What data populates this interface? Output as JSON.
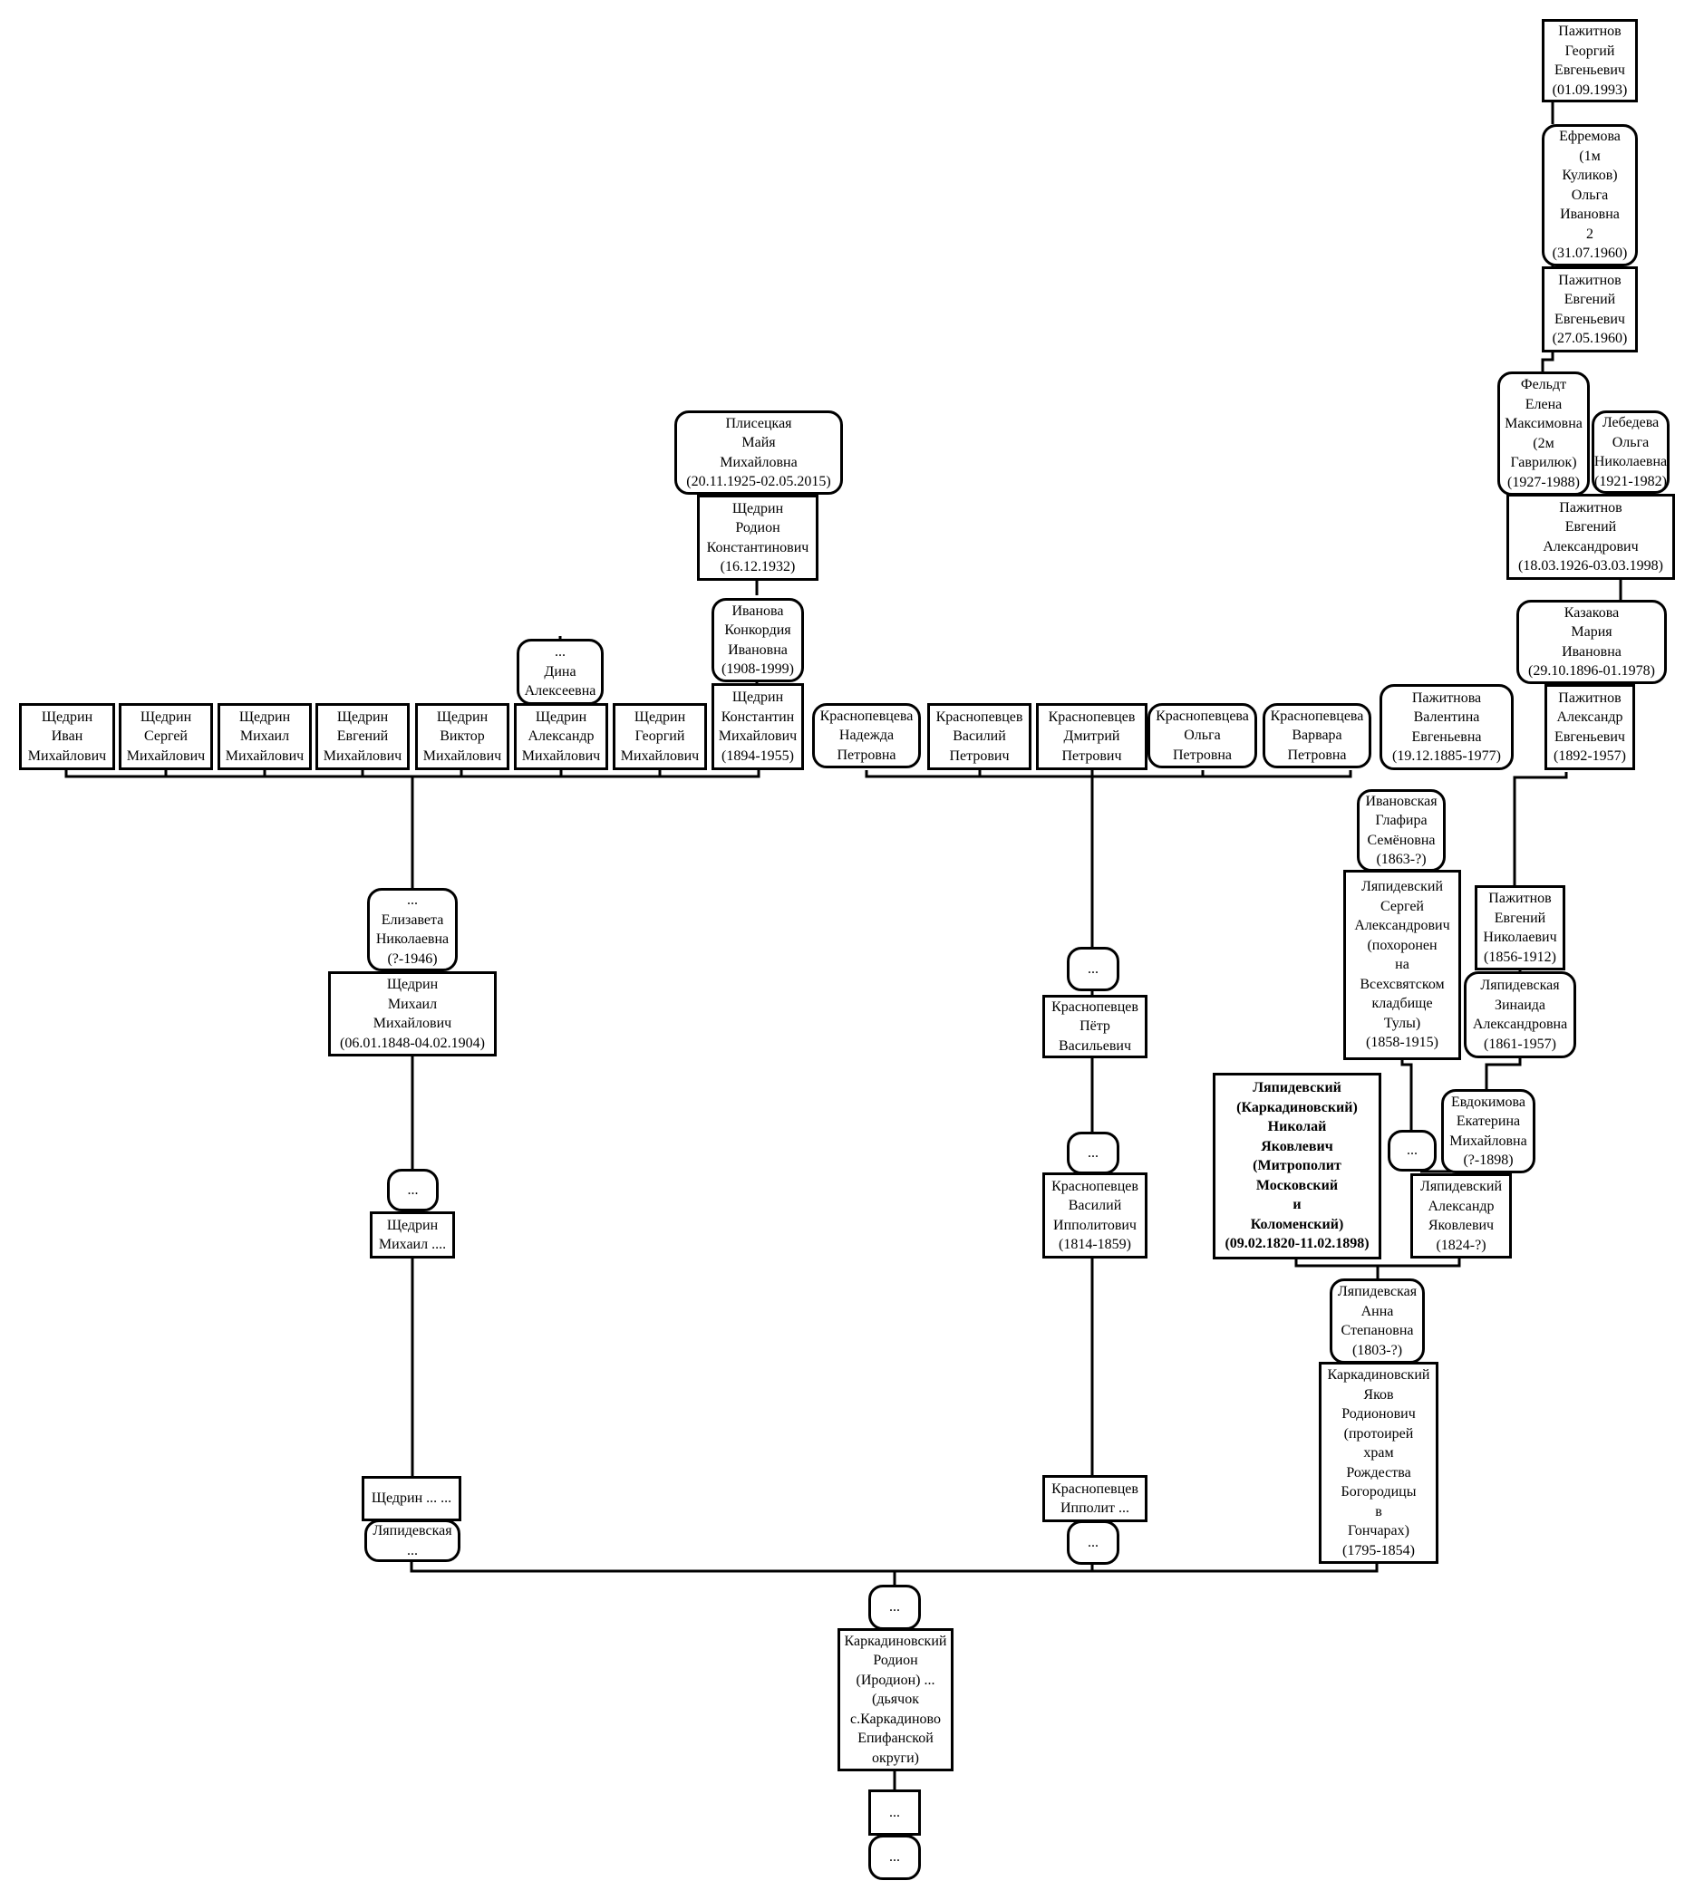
{
  "people": [
    {
      "id": "georgy",
      "lines": [
        "Пажитнов",
        "Георгий",
        "Евгеньевич",
        "(01.09.1993)"
      ]
    },
    {
      "id": "efremova",
      "lines": [
        "Ефремова",
        "(1м",
        "Куликов)",
        "Ольга",
        "Ивановна",
        "2",
        "(31.07.1960)"
      ]
    },
    {
      "id": "evgeny_e",
      "lines": [
        "Пажитнов",
        "Евгений",
        "Евгеньевич",
        "(27.05.1960)"
      ]
    },
    {
      "id": "feldt",
      "lines": [
        "Фельдт",
        "Елена",
        "Максимовна",
        "(2м",
        "Гаврилюк)",
        "(1927-1988)"
      ]
    },
    {
      "id": "lebedeva",
      "lines": [
        "Лебедева",
        "Ольга",
        "Николаевна",
        "(1921-1982)"
      ]
    },
    {
      "id": "evgeny_a",
      "lines": [
        "Пажитнов",
        "Евгений",
        "Александрович",
        "(18.03.1926-03.03.1998)"
      ]
    },
    {
      "id": "kazakova",
      "lines": [
        "Казакова",
        "Мария",
        "Ивановна",
        "(29.10.1896-01.1978)"
      ]
    },
    {
      "id": "valentina",
      "lines": [
        "Пажитнова",
        "Валентина",
        "Евгеньевна",
        "(19.12.1885-1977)"
      ]
    },
    {
      "id": "alexandr_e",
      "lines": [
        "Пажитнов",
        "Александр",
        "Евгеньевич",
        "(1892-1957)"
      ]
    },
    {
      "id": "plisetskaya",
      "lines": [
        "Плисецкая",
        "Майя",
        "Михайловна",
        "(20.11.1925-02.05.2015)"
      ]
    },
    {
      "id": "rodion_k",
      "lines": [
        "Щедрин",
        "Родион",
        "Константинович",
        "(16.12.1932)"
      ]
    },
    {
      "id": "ivanova",
      "lines": [
        "Иванова",
        "Конкордия",
        "Ивановна",
        "(1908-1999)"
      ]
    },
    {
      "id": "dina",
      "lines": [
        "...",
        "Дина",
        "Алексеевна"
      ]
    },
    {
      "id": "ivan",
      "lines": [
        "Щедрин",
        "Иван",
        "Михайлович"
      ]
    },
    {
      "id": "sergey_m",
      "lines": [
        "Щедрин",
        "Сергей",
        "Михайлович"
      ]
    },
    {
      "id": "mikhail_m",
      "lines": [
        "Щедрин",
        "Михаил",
        "Михайлович"
      ]
    },
    {
      "id": "evgeny_m",
      "lines": [
        "Щедрин",
        "Евгений",
        "Михайлович"
      ]
    },
    {
      "id": "viktor",
      "lines": [
        "Щедрин",
        "Виктор",
        "Михайлович"
      ]
    },
    {
      "id": "alexandr_m",
      "lines": [
        "Щедрин",
        "Александр",
        "Михайлович"
      ]
    },
    {
      "id": "georgy_m",
      "lines": [
        "Щедрин",
        "Георгий",
        "Михайлович"
      ]
    },
    {
      "id": "konstantin",
      "lines": [
        "Щедрин",
        "Константин",
        "Михайлович",
        "(1894-1955)"
      ]
    },
    {
      "id": "nadezhda",
      "lines": [
        "Краснопевцева",
        "Надежда",
        "Петровна"
      ]
    },
    {
      "id": "vasily_p",
      "lines": [
        "Краснопевцев",
        "Василий",
        "Петрович"
      ]
    },
    {
      "id": "dmitry",
      "lines": [
        "Краснопевцев",
        "Дмитрий",
        "Петрович"
      ]
    },
    {
      "id": "olga_p",
      "lines": [
        "Краснопевцева",
        "Ольга",
        "Петровна"
      ]
    },
    {
      "id": "varvara",
      "lines": [
        "Краснопевцева",
        "Варвара",
        "Петровна"
      ]
    },
    {
      "id": "ivanovskaya",
      "lines": [
        "Ивановская",
        "Глафира",
        "Семёновна",
        "(1863-?)"
      ]
    },
    {
      "id": "sergey_a",
      "lines": [
        "Ляпидевский",
        "Сергей",
        "Александрович",
        "(похоронен",
        "на",
        "Всехсвятском",
        "кладбище",
        "Тулы)",
        "(1858-1915)"
      ]
    },
    {
      "id": "evgeny_n",
      "lines": [
        "Пажитнов",
        "Евгений",
        "Николаевич",
        "(1856-1912)"
      ]
    },
    {
      "id": "zinaida",
      "lines": [
        "Ляпидевская",
        "Зинаида",
        "Александровна",
        "(1861-1957)"
      ]
    },
    {
      "id": "elizaveta",
      "lines": [
        "...",
        "Елизавета",
        "Николаевна",
        "(?-1946)"
      ]
    },
    {
      "id": "mikhail_1848",
      "lines": [
        "Щедрин",
        "Михаил",
        "Михайлович",
        "(06.01.1848-04.02.1904)"
      ]
    },
    {
      "id": "dots_k1",
      "lines": [
        "..."
      ]
    },
    {
      "id": "petr_v",
      "lines": [
        "Краснопевцев",
        "Пётр",
        "Васильевич"
      ]
    },
    {
      "id": "metropolitan",
      "lines": [
        "Ляпидевский",
        "(Каркадиновский)",
        "Николай",
        "Яковлевич",
        "(Митрополит",
        "Московский",
        "и",
        "Коломенский)",
        "(09.02.1820-11.02.1898)"
      ]
    },
    {
      "id": "evdokimova",
      "lines": [
        "Евдокимова",
        "Екатерина",
        "Михайловна",
        "(?-1898)"
      ]
    },
    {
      "id": "dots_l",
      "lines": [
        "..."
      ]
    },
    {
      "id": "alexandr_ya",
      "lines": [
        "Ляпидевский",
        "Александр",
        "Яковлевич",
        "(1824-?)"
      ]
    },
    {
      "id": "dots_s2",
      "lines": [
        "..."
      ]
    },
    {
      "id": "mikhail_dots",
      "lines": [
        "Щедрин",
        "Михаил ...."
      ]
    },
    {
      "id": "dots_k2",
      "lines": [
        "..."
      ]
    },
    {
      "id": "vasily_i",
      "lines": [
        "Краснопевцев",
        "Василий",
        "Ипполитович",
        "(1814-1859)"
      ]
    },
    {
      "id": "anna",
      "lines": [
        "Ляпидевская",
        "Анна",
        "Степановна",
        "(1803-?)"
      ]
    },
    {
      "id": "yakov",
      "lines": [
        "Каркадиновский",
        "Яков",
        "Родионович",
        "(протоирей",
        "храм",
        "Рождества",
        "Богородицы",
        "в",
        "Гончарах)",
        "(1795-1854)"
      ]
    },
    {
      "id": "shchedrin_dots",
      "lines": [
        "Щедрин ... ..."
      ]
    },
    {
      "id": "lyapid_dots",
      "lines": [
        "Ляпидевская",
        "..."
      ]
    },
    {
      "id": "ippolit",
      "lines": [
        "Краснопевцев",
        "Ипполит ..."
      ]
    },
    {
      "id": "dots_k3",
      "lines": [
        "..."
      ]
    },
    {
      "id": "dots_r",
      "lines": [
        "..."
      ]
    },
    {
      "id": "rodion",
      "lines": [
        "Каркадиновский",
        "Родион",
        "(Иродион) ...",
        "(дьячок",
        "с.Каркадиново",
        "Епифанской",
        "округи)"
      ]
    },
    {
      "id": "dots_b1",
      "lines": [
        "..."
      ]
    },
    {
      "id": "dots_b2",
      "lines": [
        "..."
      ]
    }
  ]
}
